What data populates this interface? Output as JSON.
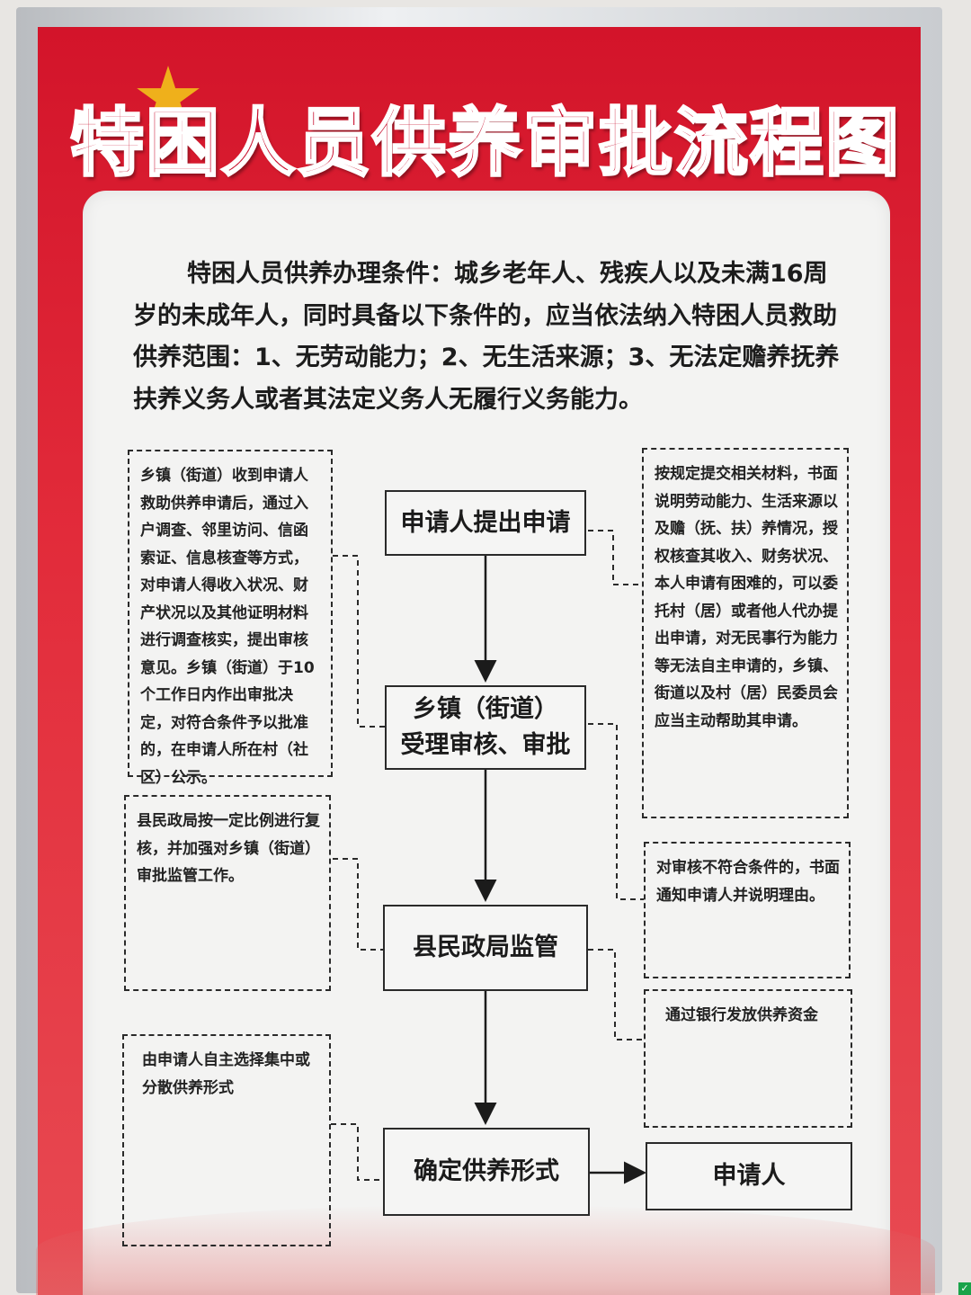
{
  "title": "特困人员供养审批流程图",
  "intro": "特困人员供养办理条件：城乡老年人、残疾人以及未满16周岁的未成年人，同时具备以下条件的，应当依法纳入特困人员救助供养范围：1、无劳动能力；2、无生活来源；3、无法定赡养抚养扶养义务人或者其法定义务人无履行义务能力。",
  "steps": {
    "apply": "申请人提出申请",
    "town_line1": "乡镇（街道）",
    "town_line2": "受理审核、审批",
    "county": "县民政局监管",
    "form": "确定供养形式",
    "applicant": "申请人"
  },
  "notes": {
    "left1": "乡镇（街道）收到申请人救助供养申请后，通过入户调查、邻里访问、信函索证、信息核查等方式，对申请人得收入状况、财产状况以及其他证明材料进行调查核实，提出审核意见。乡镇（街道）于10个工作日内作出审批决定，对符合条件予以批准的，在申请人所在村（社区）公示。",
    "left2": "县民政局按一定比例进行复核，并加强对乡镇（街道）审批监管工作。",
    "left3": "由申请人自主选择集中或分散供养形式",
    "right1": "按规定提交相关材料，书面说明劳动能力、生活来源以及赡（抚、扶）养情况，授权核查其收入、财务状况、本人申请有困难的，可以委托村（居）或者他人代办提出申请，对无民事行为能力等无法自主申请的，乡镇、街道以及村（居）民委员会应当主动帮助其申请。",
    "right2": "对审核不符合条件的，书面通知申请人并说明理由。",
    "right3": "通过银行发放供养资金"
  },
  "colors": {
    "poster_red": "#d3142a",
    "panel": "#f3f3f2",
    "text": "#1b1b1b"
  }
}
